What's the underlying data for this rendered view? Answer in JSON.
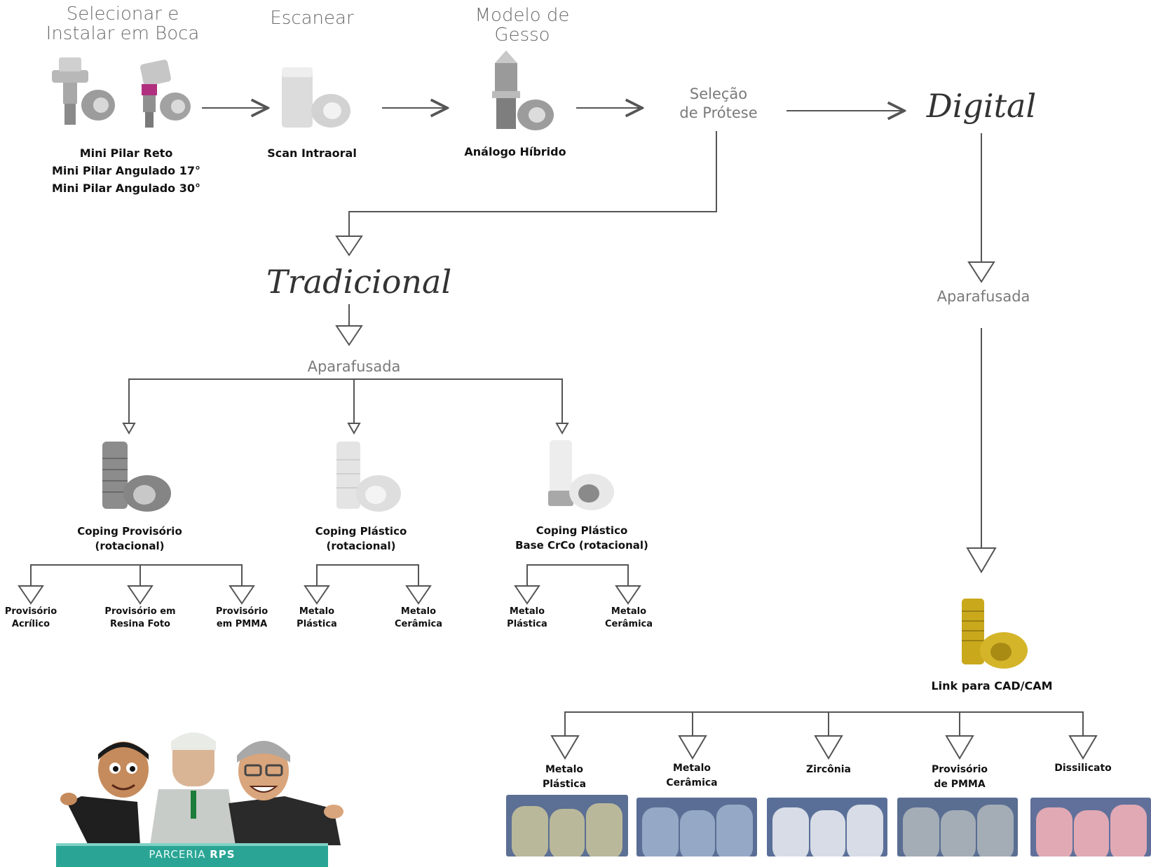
{
  "steps": {
    "select": "Selecionar e\nInstalar em Boca",
    "scan": "Escanear",
    "model": "Modelo de\nGesso",
    "selection": "Seleção\nde Prótese",
    "digital": "Digital",
    "traditional": "Tradicional"
  },
  "captions": {
    "pillars": "Mini Pilar Reto\nMini Pilar Angulado 17°\nMini Pilar Angulado 30°",
    "scan": "Scan Intraoral",
    "analog": "Análogo Híbrido"
  },
  "traditional": {
    "type": "Aparafusada",
    "copings": [
      {
        "label": "Coping Provisório\n(rotacional)",
        "options": [
          "Provisório\nAcrílico",
          "Provisório em\nResina Foto",
          "Provisório\nem PMMA"
        ]
      },
      {
        "label": "Coping Plástico\n(rotacional)",
        "options": [
          "Metalo\nPlástica",
          "Metalo\nCerâmica"
        ]
      },
      {
        "label": "Coping Plástico\nBase CrCo (rotacional)",
        "options": [
          "Metalo\nPlástica",
          "Metalo\nCerâmica"
        ]
      }
    ]
  },
  "digital": {
    "type": "Aparafusada",
    "link": "Link para CAD/CAM",
    "options": [
      "Metalo\nPlástica",
      "Metalo\nCerâmica",
      "Zircônia",
      "Provisório\nde PMMA",
      "Dissilicato"
    ]
  },
  "banner": {
    "prefix": "PARCERIA",
    "brand": "RPS"
  },
  "colors": {
    "line": "#555555",
    "titanium": "#9a9a9a",
    "plastic": "#e6e6e6",
    "gold": "#c9a81c",
    "teal": "#2aa595"
  }
}
